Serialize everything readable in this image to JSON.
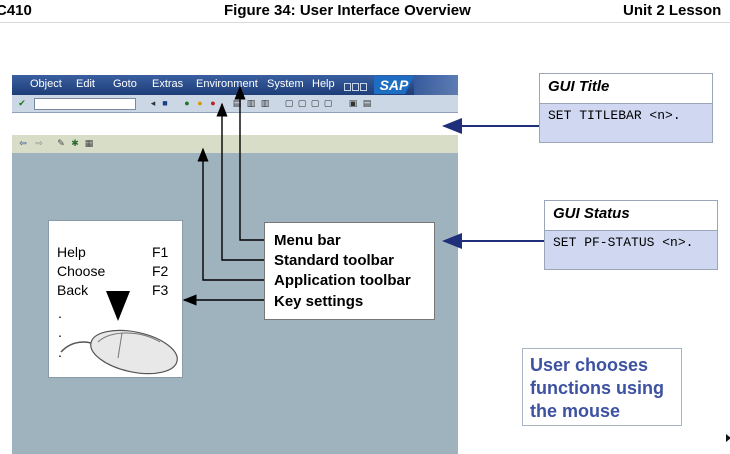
{
  "header": {
    "left": "C410",
    "center": "Figure 34: User Interface Overview",
    "right": "Unit 2 Lesson"
  },
  "sap_window": {
    "menu": [
      "Object",
      "Edit",
      "Goto",
      "Extras",
      "Environment",
      "System",
      "Help"
    ],
    "logo": "SAP"
  },
  "key_settings": [
    {
      "label": "Help",
      "key": "F1"
    },
    {
      "label": "Choose",
      "key": "F2"
    },
    {
      "label": "Back",
      "key": "F3"
    }
  ],
  "callout": [
    "Menu bar",
    "Standard toolbar",
    "Application toolbar",
    "Key settings"
  ],
  "gui_title": {
    "heading": "GUI Title",
    "code": "SET TITLEBAR <n>."
  },
  "gui_status": {
    "heading": "GUI Status",
    "code": "SET PF-STATUS <n>."
  },
  "mouse_note": [
    "User chooses",
    "functions using",
    "the mouse"
  ]
}
